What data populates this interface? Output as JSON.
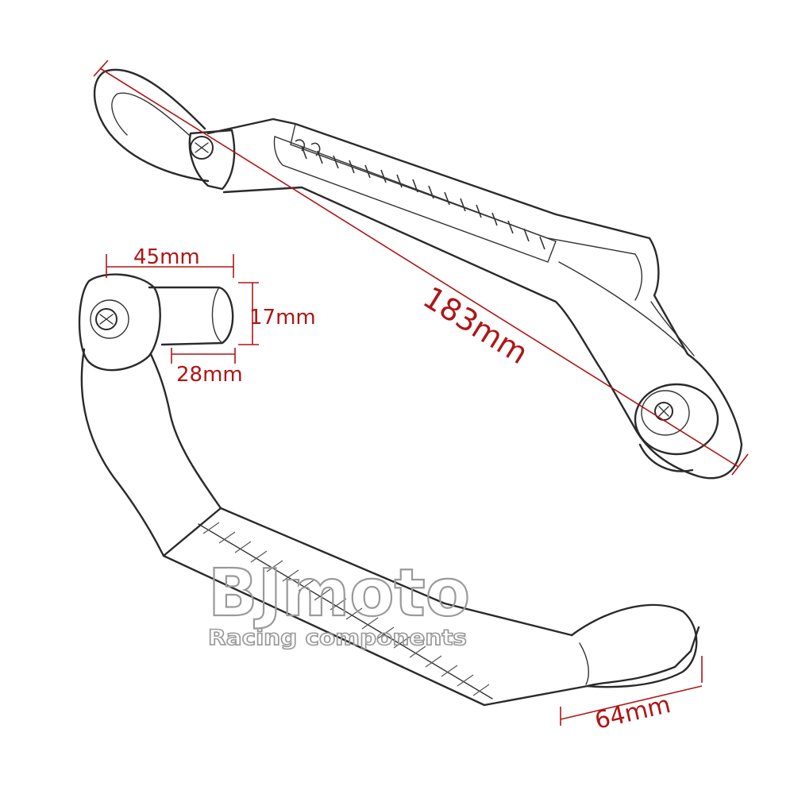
{
  "dimensions": {
    "overall_length": "183mm",
    "clamp_length": "45mm",
    "end_diameter": "17mm",
    "insert_length": "28mm",
    "guard_end_length": "64mm"
  },
  "watermark": {
    "brand": "BJmoto",
    "tagline": "Racing components"
  },
  "colors": {
    "dimension": "#b01515",
    "outline": "#2a2a2a",
    "watermark": "#9a9a9a"
  }
}
